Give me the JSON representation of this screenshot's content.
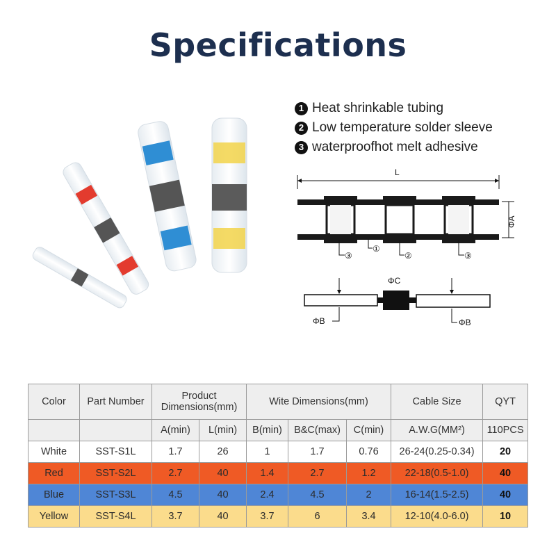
{
  "title": "Specifications",
  "legend": [
    {
      "num": "1",
      "text": "Heat shrinkable tubing"
    },
    {
      "num": "2",
      "text": "Low temperature solder sleeve"
    },
    {
      "num": "3",
      "text": "waterproofhot melt adhesive"
    }
  ],
  "diagram": {
    "length_label": "L",
    "phi_a": "ΦA",
    "phi_b": "ΦB",
    "phi_c": "ΦC",
    "markers": [
      "③",
      "①",
      "②",
      "③"
    ]
  },
  "colors": {
    "title": "#1d2f4f",
    "red_row": "#ef5a25",
    "blue_row": "#4f86d6",
    "yellow_row": "#fbdc8c",
    "header_bg": "#eeeeee"
  },
  "table": {
    "header1": [
      "Color",
      "Part Number",
      "Product Dimensions(mm)",
      "Wite Dimensions(mm)",
      "Cable Size",
      "QYT"
    ],
    "header2": [
      "A(min)",
      "L(min)",
      "B(min)",
      "B&C(max)",
      "C(min)",
      "A.W.G(MM²)",
      "110PCS"
    ],
    "rows": [
      {
        "color": "White",
        "part": "SST-S1L",
        "a": "1.7",
        "l": "26",
        "b": "1",
        "bc": "1.7",
        "c": "0.76",
        "awg": "26-24(0.25-0.34)",
        "qty": "20"
      },
      {
        "color": "Red",
        "part": "SST-S2L",
        "a": "2.7",
        "l": "40",
        "b": "1.4",
        "bc": "2.7",
        "c": "1.2",
        "awg": "22-18(0.5-1.0)",
        "qty": "40"
      },
      {
        "color": "Blue",
        "part": "SST-S3L",
        "a": "4.5",
        "l": "40",
        "b": "2.4",
        "bc": "4.5",
        "c": "2",
        "awg": "16-14(1.5-2.5)",
        "qty": "40"
      },
      {
        "color": "Yellow",
        "part": "SST-S4L",
        "a": "3.7",
        "l": "40",
        "b": "3.7",
        "bc": "6",
        "c": "3.4",
        "awg": "12-10(4.0-6.0)",
        "qty": "10"
      }
    ]
  }
}
